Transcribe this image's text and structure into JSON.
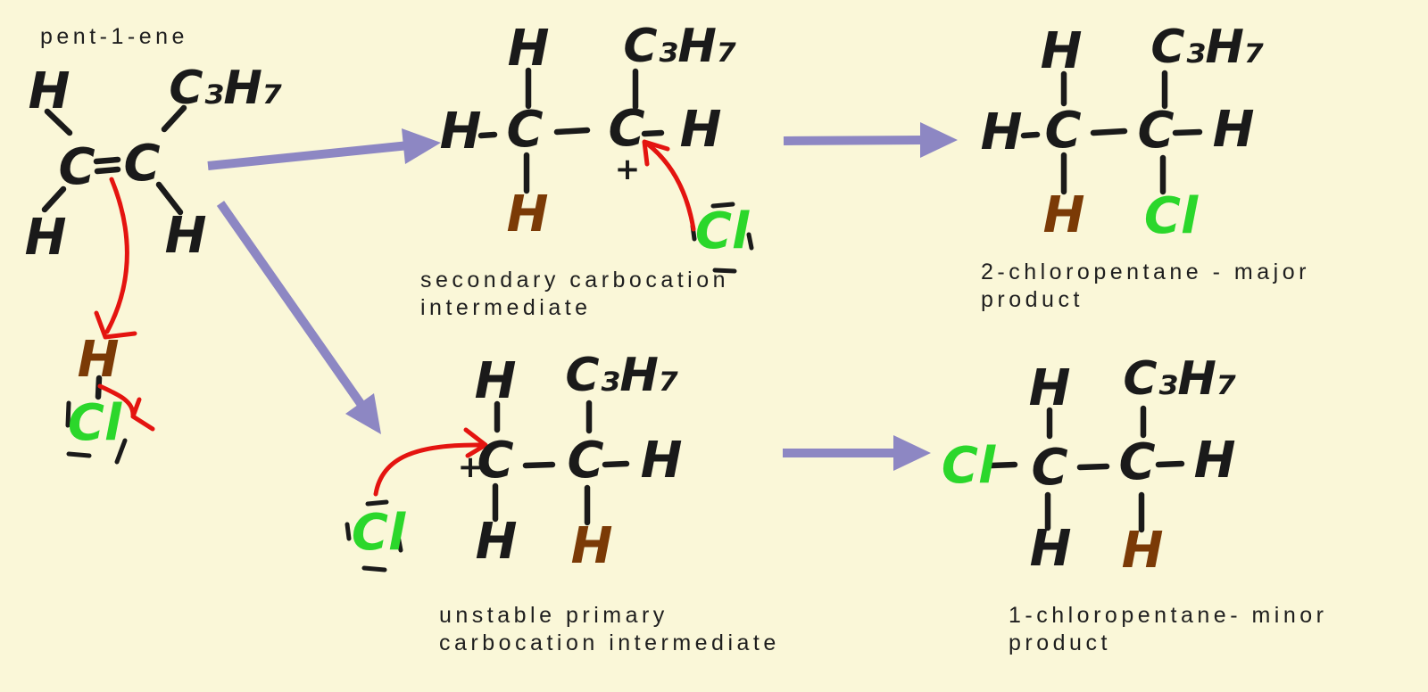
{
  "page": {
    "background": "#FAF7D8",
    "colors": {
      "structure": "#1A1A1A",
      "added_hydrogen": "#7B3A06",
      "chlorine": "#2BD72B",
      "mechanism_arrow": "#E41410",
      "reaction_arrow": "#8D87C3",
      "caption": "#1E1E1E"
    }
  },
  "reactant": {
    "title": "pent-1-ene",
    "atoms": {
      "h_top_left": "H",
      "propyl_group": "C₃H₇",
      "carbon_1": "C",
      "carbon_2": "C",
      "h_bottom_left": "H",
      "h_bottom_right": "H"
    },
    "hcl": {
      "hydrogen": "H",
      "chlorine": "Cl"
    }
  },
  "secondary_intermediate": {
    "atoms": {
      "h_top": "H",
      "propyl_group": "C₃H₇",
      "h_left": "H",
      "carbon_1": "C",
      "carbon_2": "C",
      "h_right": "H",
      "positive_charge": "+",
      "h_added": "H",
      "chloride": "Cl"
    },
    "caption_line1": "secondary carbocation",
    "caption_line2": "intermediate"
  },
  "major_product": {
    "atoms": {
      "h_top": "H",
      "propyl_group": "C₃H₇",
      "h_left": "H",
      "carbon_1": "C",
      "carbon_2": "C",
      "h_right": "H",
      "h_added": "H",
      "chlorine": "Cl"
    },
    "caption_line1": "2-chloropentane - major",
    "caption_line2": "product"
  },
  "primary_intermediate": {
    "atoms": {
      "h_top": "H",
      "propyl_group": "C₃H₇",
      "positive_charge": "+",
      "carbon_1": "C",
      "carbon_2": "C",
      "h_right": "H",
      "h_bottom_left": "H",
      "h_added": "H",
      "chloride": "Cl"
    },
    "caption_line1": "unstable primary",
    "caption_line2": "carbocation intermediate"
  },
  "minor_product": {
    "atoms": {
      "h_top": "H",
      "propyl_group": "C₃H₇",
      "chlorine": "Cl",
      "carbon_1": "C",
      "carbon_2": "C",
      "h_right": "H",
      "h_bottom_left": "H",
      "h_added": "H"
    },
    "caption_line1": "1-chloropentane- minor",
    "caption_line2": "product"
  }
}
